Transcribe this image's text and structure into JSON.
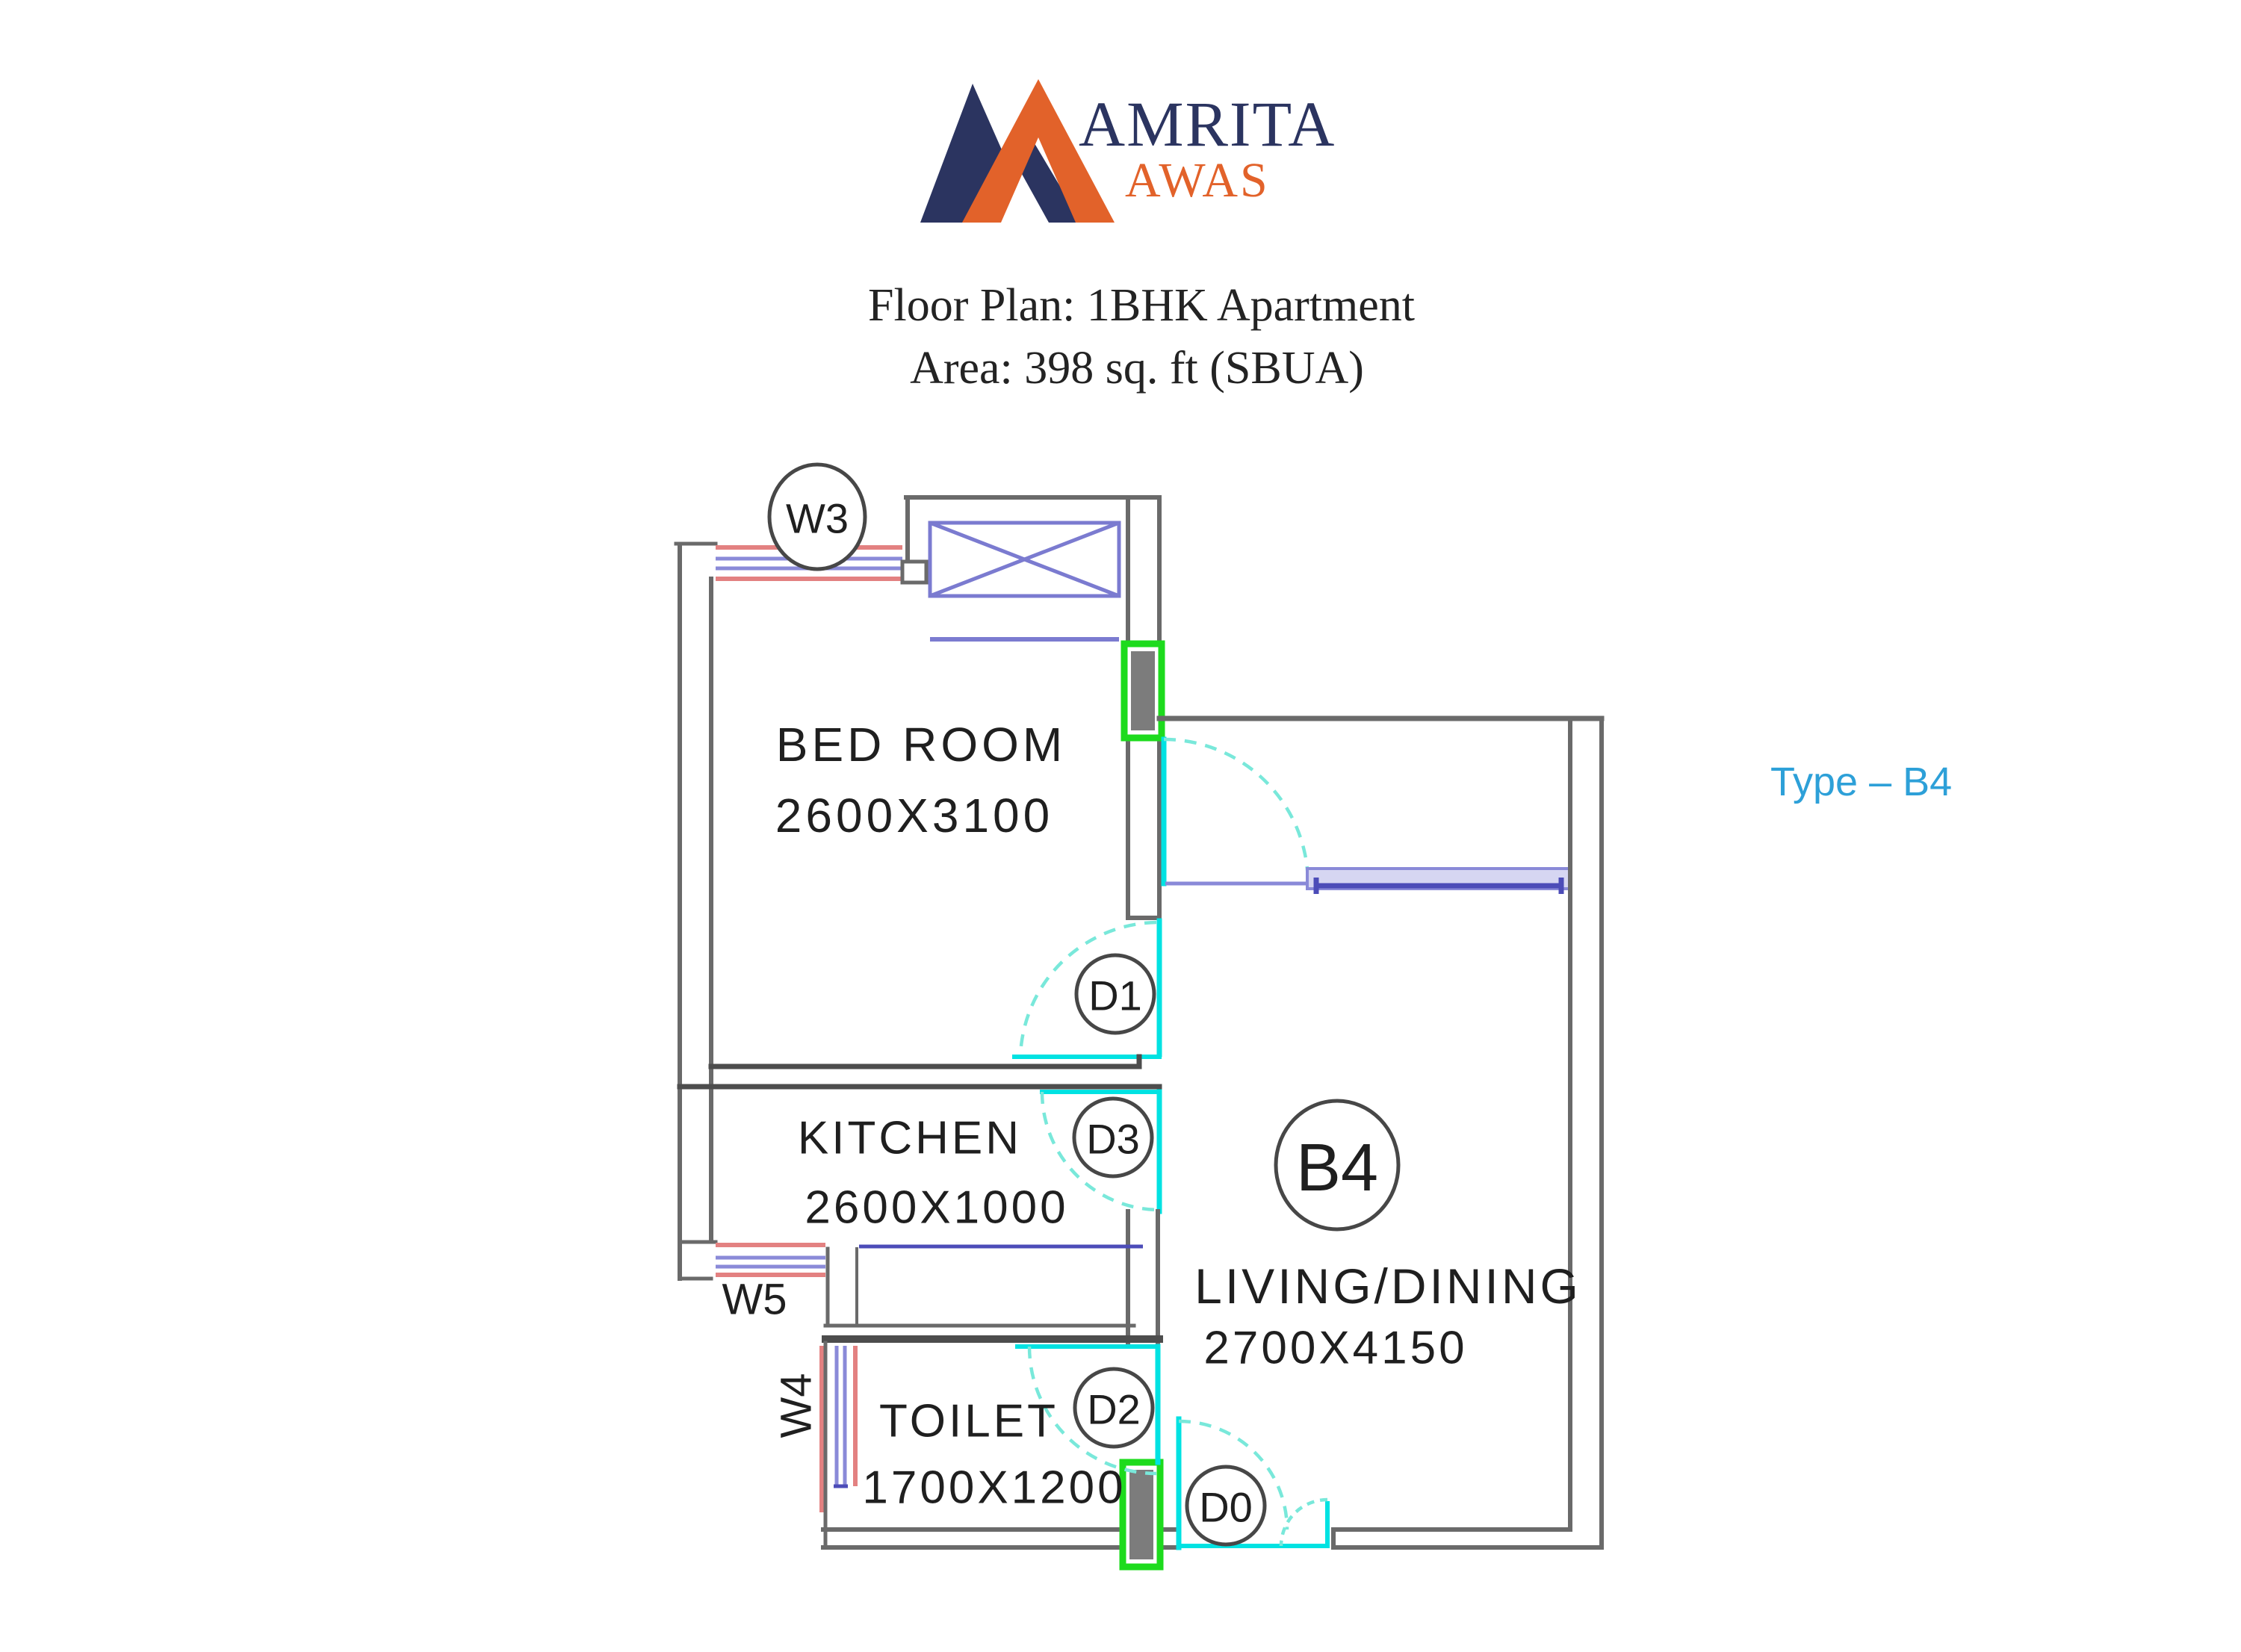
{
  "logo": {
    "brand": "AMRITA",
    "sub_brand": "AWAS"
  },
  "header": {
    "title": "Floor Plan: 1BHK Apartment",
    "subtitle": "Area: 398 sq. ft (SBUA)"
  },
  "type_label": "Type – B4",
  "plan": {
    "rooms": [
      {
        "name": "BED ROOM",
        "size": "2600X3100"
      },
      {
        "name": "KITCHEN",
        "size": "2600X1000"
      },
      {
        "name": "TOILET",
        "size": "1700X1200"
      },
      {
        "name": "LIVING/DINING",
        "size": "2700X4150"
      }
    ],
    "windows": {
      "w3": "W3",
      "w5": "W5",
      "w4": "W4"
    },
    "doors": {
      "d1": "D1",
      "d3": "D3",
      "d2": "D2",
      "d0": "D0"
    },
    "unit": "B4"
  },
  "colors": {
    "wall": "#6a6a6a",
    "wall_dark": "#4d4d4d",
    "window_red": "#e38181",
    "window_blue": "#8a8ad8",
    "shaft_blue": "#7b7bd0",
    "sill_dark": "#4c4cb8",
    "door_cyan": "#00e2e2",
    "door_cyan_dash": "#79e8da",
    "column_green": "#1ddb1d",
    "column_fill": "#7c7c7c",
    "text_dark": "#1f1f1f",
    "accent_blue": "#2da0d8",
    "logo_navy": "#2b3460",
    "logo_orange": "#e2622a"
  }
}
